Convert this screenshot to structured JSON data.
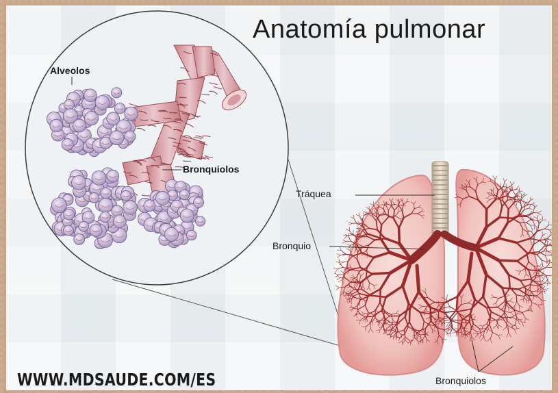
{
  "title": "Anatomía pulmonar",
  "website": "WWW.MDSAUDE.COM/ES",
  "labels": {
    "alveolos": "Alveolos",
    "bronquiolos_zoom": "Bronquiolos",
    "traquea": "Tráquea",
    "bronquio": "Bronquio",
    "bronquiolos_lung": "Bronquiolos"
  },
  "colors": {
    "lung_fill": "#f2c7c3",
    "lung_edge": "#e39a97",
    "airway": "#9b2b2b",
    "trachea": "#d9cdbb",
    "alveoli": "#c9b9d6"
  }
}
